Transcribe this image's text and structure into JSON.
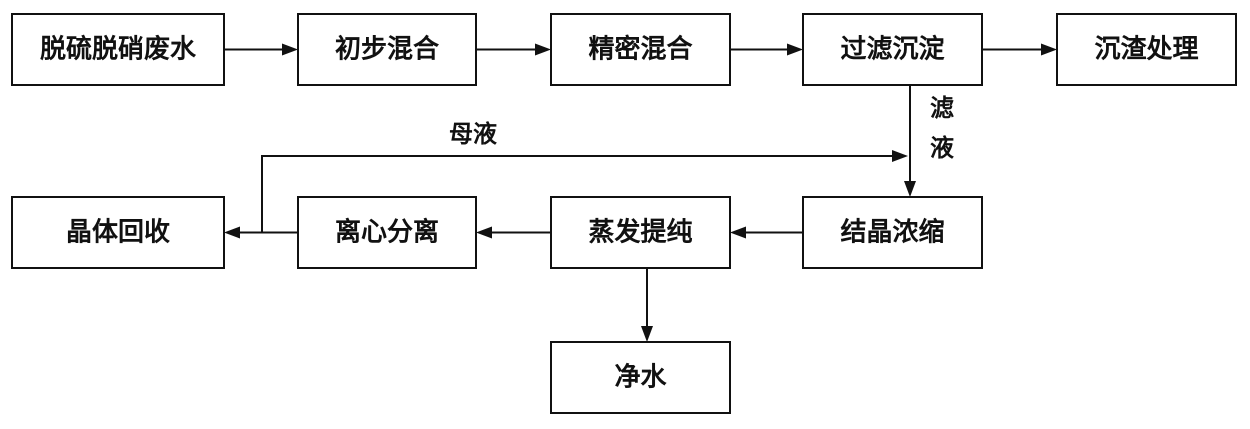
{
  "nodes": {
    "desulf_wastewater": "脱硫脱硝废水",
    "initial_mixing": "初步混合",
    "fine_mixing": "精密混合",
    "filter_settle": "过滤沉淀",
    "sludge_treatment": "沉渣处理",
    "crystal_recovery": "晶体回收",
    "centrifugal_separation": "离心分离",
    "evaporation_purification": "蒸发提纯",
    "crystallization_concentration": "结晶浓缩",
    "clean_water": "净水"
  },
  "edge_labels": {
    "mother_liquor": "母液",
    "filtrate_char1": "滤",
    "filtrate_char2": "液"
  }
}
